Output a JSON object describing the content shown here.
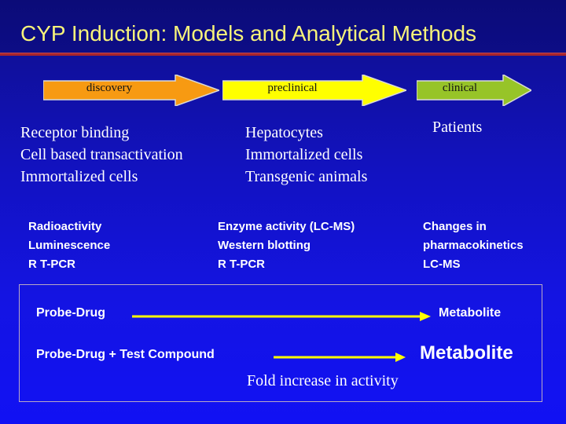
{
  "slide": {
    "title": "CYP Induction: Models and Analytical Methods",
    "title_color": "#f7f37a",
    "background_top_color": "#0d0d82",
    "background_bottom_color": "#1111f4",
    "rule_color": "#a8252c"
  },
  "phases": [
    {
      "label": "discovery",
      "color": "#f79a12"
    },
    {
      "label": "preclinical",
      "color": "#ffff00"
    },
    {
      "label": "clinical",
      "color": "#97c428"
    }
  ],
  "models": {
    "discovery": [
      "Receptor binding",
      "Cell based transactivation",
      "Immortalized cells"
    ],
    "preclinical": [
      "Hepatocytes",
      "Immortalized cells",
      "Transgenic animals"
    ],
    "clinical": [
      "Patients"
    ]
  },
  "methods": {
    "discovery": [
      "Radioactivity",
      "Luminescence",
      "R T-PCR"
    ],
    "preclinical": [
      "Enzyme activity (LC-MS)",
      "Western blotting",
      "R T-PCR"
    ],
    "clinical": [
      "Changes in",
      "pharmacokinetics",
      "LC-MS"
    ]
  },
  "assay_box": {
    "border_color": "#b9a8c4",
    "arrow_color": "#ffff00",
    "rows": [
      {
        "substrate": "Probe-Drug",
        "product": "Metabolite"
      },
      {
        "substrate": "Probe-Drug  + Test Compound",
        "product": "Metabolite"
      }
    ],
    "caption": "Fold increase in activity"
  }
}
